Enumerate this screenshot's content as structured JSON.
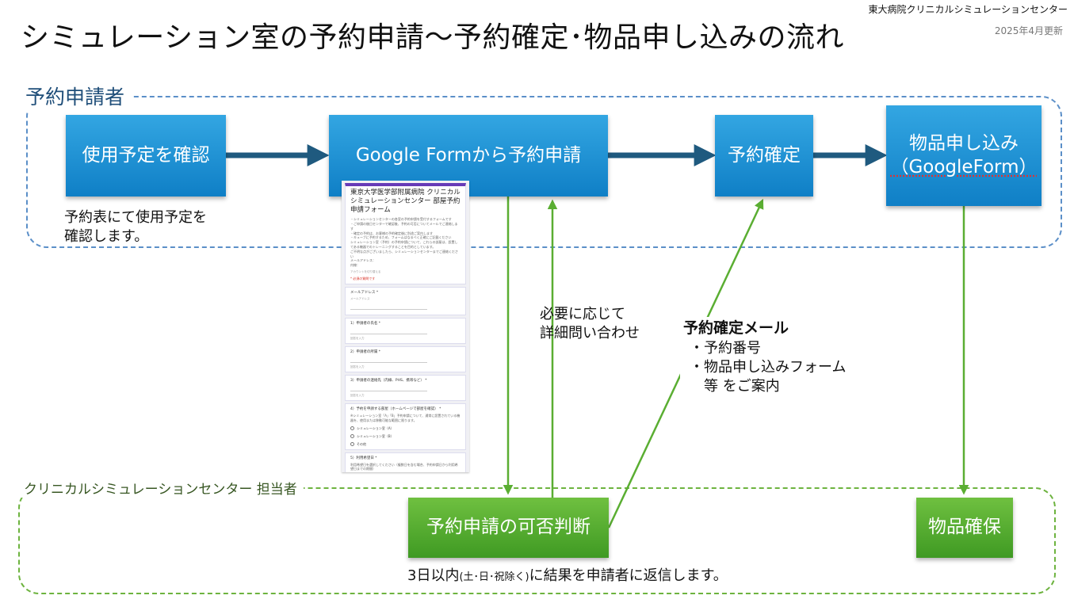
{
  "header": {
    "organization": "東大病院クリニカルシミュレーションセンター",
    "updated": "2025年4月更新",
    "title": "シミュレーション室の予約申請～予約確定･物品申し込みの流れ"
  },
  "lanes": {
    "applicant": "予約申請者",
    "center": "クリニカルシミュレーションセンター 担当者"
  },
  "boxes": {
    "check_schedule": "使用予定を確認",
    "google_form": "Google Formから予約申請",
    "confirmed": "予約確定",
    "items_line1": "物品申し込み",
    "items_line2": "（GoogleForm）",
    "judgement": "予約申請の可否判断",
    "secure_items": "物品確保"
  },
  "notes": {
    "check_line1": "予約表にて使用予定を",
    "check_line2": "確認します。",
    "inquiry_line1": "必要に応じて",
    "inquiry_line2": "詳細問い合わせ",
    "mail_title": "予約確定メール",
    "mail_item1": "・予約番号",
    "mail_item2": "・物品申し込みフォーム",
    "mail_item3": "　等 をご案内",
    "reply_prefix": "3日以内",
    "reply_paren": "(土･日･祝除く)",
    "reply_suffix": "に結果を申請者に返信します。"
  },
  "form_preview": {
    "title": "東京大学医学部附属病院 クリニカルシミュレーションセンター 部屋予約申請フォーム",
    "description": "・シミュレーションセンターの各室の予約申請を受付するフォームです\n・ご申請の後日センターで確認後、予約の可否についてメールでご連絡します\n・確定の予約は、お客様の予約確定後に別途ご案内します\n・キューブに予約するため、フォームはなるべく正確にご記載ください\nシミュレーション室（予約）の予約申請について、これらの部屋は、設置してある機器でのトレーニングすることを目的としています。\nご不明な点がございましたら、シミュレーションセンターまでご連絡ください\nメールアドレス：\n内線：",
    "account": "アカウントを切り替える",
    "required": "* 必須の質問です",
    "email_q": "メールアドレス *",
    "email_hint": "メールアドレス",
    "q1": "1）申請者の氏名 *",
    "q2": "2）申請者の所属 *",
    "q3": "3）申請者の連絡先（内線、PHS、携帯など） *",
    "q4": "4）予約を申請する部屋（ホームページで部屋を確認） *",
    "q4_desc": "※シミュレーション室「A」「B」予約申請について、通常に設置されている機器を、使用または移動可能な範囲に限ります。",
    "opt1": "シミュレーション室（A）",
    "opt2": "シミュレーション室（B）",
    "opt3": "その他",
    "q5": "5）利用希望日 *",
    "q5_desc": "利用希望日を選択してください（複数日を含む場合、予約申請日から利用希望日までの期間）",
    "answer_hint": "回答を入力"
  },
  "colors": {
    "blue_box": "#1a8fd2",
    "green_box": "#4ea72e",
    "arrow_navy": "#1f5a7f",
    "arrow_green": "#5aae32",
    "applicant_border": "#5b8fc8",
    "center_border": "#6db33f"
  }
}
